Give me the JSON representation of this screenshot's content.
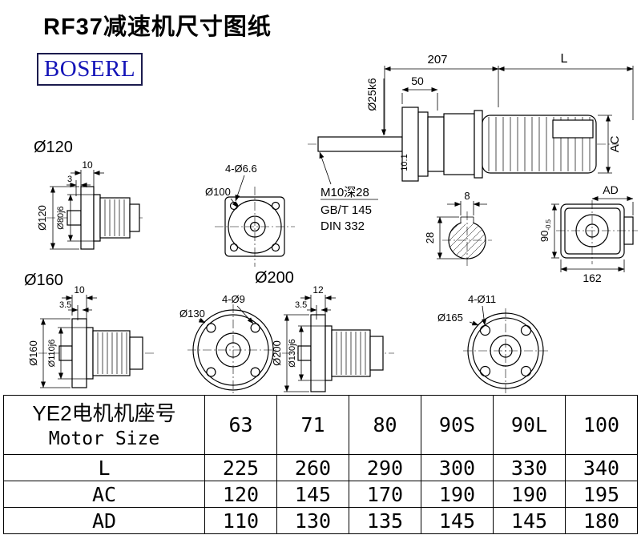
{
  "page": {
    "title": "RF37减速机尺寸图纸",
    "logo_text": "BOSERL"
  },
  "colors": {
    "logo_blue": "#1414b8",
    "logo_border": "#1b1b4e",
    "line_black": "#000000"
  },
  "views": {
    "main": {
      "dim_207": "207",
      "dim_l": "L",
      "dim_50": "50",
      "shaft_dia": "Ø25k6",
      "dim_101": "10.1",
      "thread_note": "M10深28",
      "std_gb": "GB/T 145",
      "std_din": "DIN 332",
      "dim_ac": "AC"
    },
    "o120_side": {
      "section_label": "Ø120",
      "dim_10": "10",
      "dim_3": "3",
      "flange_dia": "Ø120",
      "spigot_dia": "Ø80j6"
    },
    "flange_100": {
      "holes": "4-Ø6.6",
      "dia": "Ø100"
    },
    "keyway": {
      "dim_8": "8",
      "dim_28": "28"
    },
    "ad_rear": {
      "dim_ad": "AD",
      "dim_90": "90",
      "dim_90_tol": "-0.5",
      "dim_162": "162"
    },
    "o160_side": {
      "section_label": "Ø160",
      "dim_10": "10",
      "dim_35": "3.5",
      "flange_dia": "Ø160",
      "spigot_dia": "Ø110j6"
    },
    "flange_130": {
      "holes": "4-Ø9",
      "dia": "Ø130"
    },
    "o200_side": {
      "section_label": "Ø200",
      "dim_12": "12",
      "dim_35": "3.5",
      "flange_dia": "Ø200",
      "spigot_dia": "Ø130j6"
    },
    "flange_165": {
      "holes": "4-Ø11",
      "dia": "Ø165"
    }
  },
  "table": {
    "header_cn": "YE2电机机座号",
    "header_en": "Motor Size",
    "columns": [
      "63",
      "71",
      "80",
      "90S",
      "90L",
      "100"
    ],
    "rows": [
      {
        "label": "L",
        "values": [
          "225",
          "260",
          "290",
          "300",
          "330",
          "340"
        ]
      },
      {
        "label": "AC",
        "values": [
          "120",
          "145",
          "170",
          "190",
          "190",
          "195"
        ]
      },
      {
        "label": "AD",
        "values": [
          "110",
          "130",
          "135",
          "145",
          "145",
          "180"
        ]
      }
    ]
  }
}
